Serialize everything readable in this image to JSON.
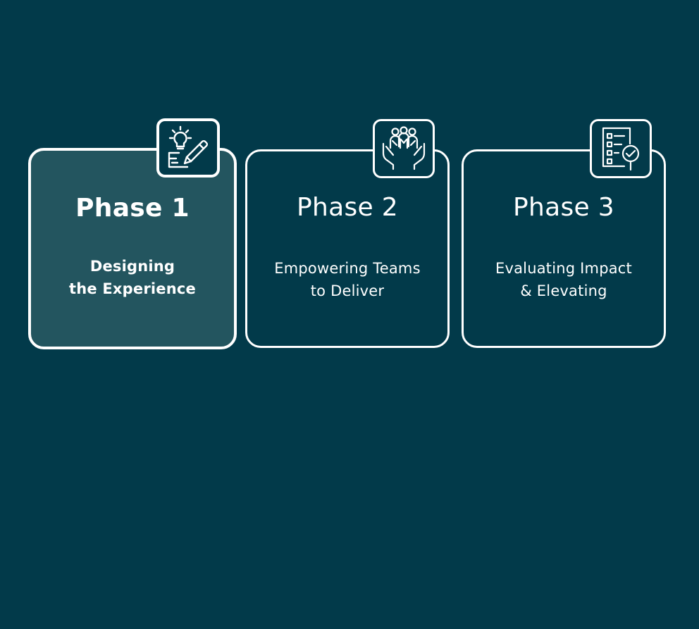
{
  "colors": {
    "background": "#023a4a",
    "active_card": "#23555f",
    "stroke": "#ffffff"
  },
  "phases": [
    {
      "title": "Phase 1",
      "subtitle_lines": [
        "Designing",
        "the Experience"
      ],
      "icon": "lightbulb-pencil-icon",
      "active": true
    },
    {
      "title": "Phase 2",
      "subtitle_lines": [
        "Empowering Teams",
        "to Deliver"
      ],
      "icon": "team-hands-icon",
      "active": false
    },
    {
      "title": "Phase 3",
      "subtitle_lines": [
        "Evaluating Impact",
        "& Elevating"
      ],
      "icon": "checklist-magnifier-icon",
      "active": false
    }
  ]
}
